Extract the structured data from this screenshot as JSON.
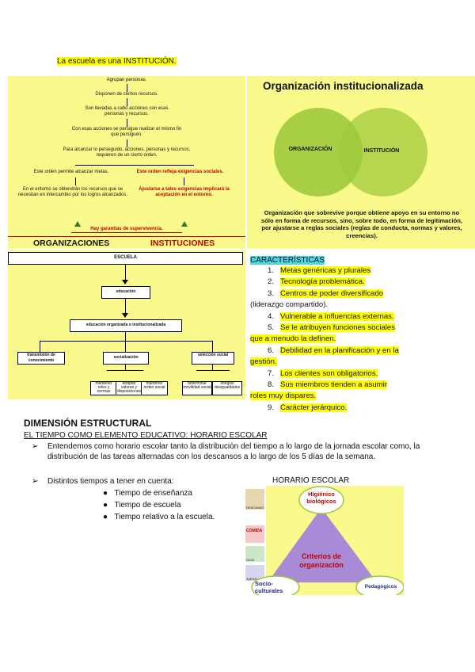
{
  "intro": {
    "text": "La escuela es una INSTITUCIÓN."
  },
  "flow_left": {
    "steps": [
      "Agrupan personas.",
      "Disponen de ciertos recursos.",
      "Son llevadas a cabo acciones con esas personas y recursos.",
      "Con esas acciones se persigue realizar el mismo fin que persiguen.",
      "Para alcanzar lo perseguido, acciones, personas y recursos, requieren de un cierto orden."
    ],
    "left_branch": [
      "Este orden permite alcanzar metas.",
      "En el entorno se obtendrán los recursos que se necesitan en intercambio por los logros alcanzados."
    ],
    "right_branch": [
      "Este orden refleja exigencias sociales.",
      "Ajustarse a tales exigencias implicará la aceptación en el entorno."
    ],
    "footer": "Hay garantías de supervivencia.",
    "label_org": "ORGANIZACIONES",
    "label_inst": "INSTITUCIONES"
  },
  "venn": {
    "title": "Organización institucionalizada",
    "left": "ORGANIZACIÓN",
    "right": "INSTITUCIÓN",
    "caption": "Organización que sobrevive porque obtiene apoyo en su entorno no sólo en forma de recursos, sino, sobre todo, en forma de legitimación, por ajustarse a reglas sociales (reglas de conducta, normas y valores, creencias)."
  },
  "tree": {
    "root": "ESCUELA",
    "level1": "educación",
    "level2": "educación organizada o institucionalizada",
    "level3": [
      "transmisión de conocimiento",
      "socialización",
      "selección social"
    ],
    "level4": [
      "mantener roles y normas",
      "adaptar valores y disposiciones",
      "mantener orden social",
      "determinar movilidad social",
      "integrar desigualdades"
    ]
  },
  "caracteristicas": {
    "title": "CARACTERÍSTICAS",
    "items": [
      {
        "n": "1.",
        "text": "Metas genéricas y plurales"
      },
      {
        "n": "2.",
        "text": "Tecnología problemática."
      },
      {
        "n": "3.",
        "text": "Centros de poder diversificado"
      },
      {
        "n": "",
        "text": "(liderazgo compartido)."
      },
      {
        "n": "4.",
        "text": "Vulnerable a influencias externas."
      },
      {
        "n": "5.",
        "text": "Se le atribuyen funciones sociales"
      },
      {
        "n": "",
        "text": "que a menudo la definen."
      },
      {
        "n": "6.",
        "text": "Debilidad en la planificación y en la"
      },
      {
        "n": "",
        "text": "gestión."
      },
      {
        "n": "7.",
        "text": "Los clientes son obligatorios."
      },
      {
        "n": "8.",
        "text": "Sus miembros tienden a asumir"
      },
      {
        "n": "",
        "text": "roles muy dispares."
      },
      {
        "n": "9.",
        "text": "Carácter jerárquico."
      }
    ]
  },
  "section": {
    "heading": "DIMENSIÓN ESTRUCTURAL",
    "subheading": "EL TIEMPO COMO ELEMENTO EDUCATIVO: HORARIO ESCOLAR",
    "bullet1": "Entendemos como horario escolar tanto la distribución del tiempo a lo largo de la jornada escolar como, la distribución de las tareas alternadas con los descansos a lo largo de los 5 días de la semana.",
    "bullet2": "Distintos tiempos a tener en cuenta:",
    "subbullets": [
      "Tiempo de enseñanza",
      "Tiempo de escuela",
      "Tiempo relativo a la escuela."
    ]
  },
  "horario": {
    "title": "HORARIO ESCOLAR",
    "top": "Higiénico biológicos",
    "center": "Criterios de organización",
    "bottom_left": "Socio-culturales",
    "bottom_right": "Pedagógicos",
    "side_labels": [
      "DESCANSO",
      "COMIDA",
      "OCIO",
      "JUEGO"
    ]
  },
  "colors": {
    "yellow_bg": "#fafa8c",
    "highlight": "#ffff00",
    "green_circle": "#9fc93c",
    "cyan_highlight": "#4fd6e6",
    "triangle": "#a78bd6"
  }
}
